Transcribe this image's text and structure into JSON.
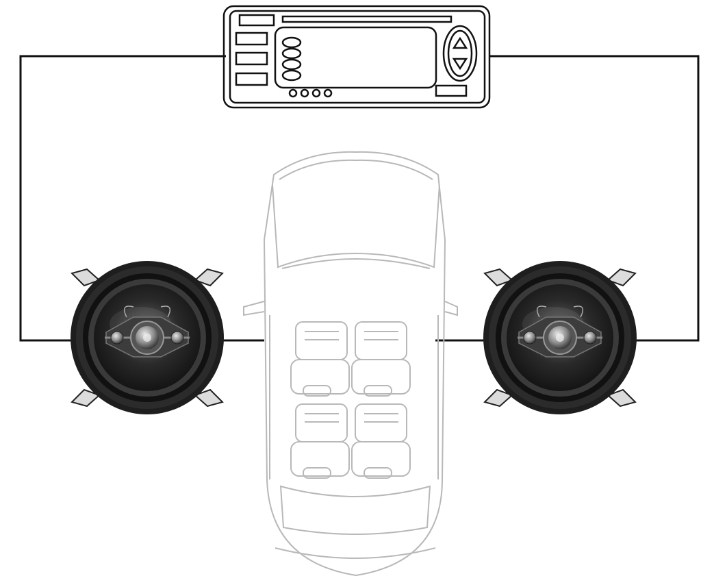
{
  "diagram": {
    "components": [
      {
        "id": "head_unit",
        "kind": "car stereo head unit"
      },
      {
        "id": "speaker_left",
        "kind": "coaxial speaker"
      },
      {
        "id": "speaker_right",
        "kind": "coaxial speaker"
      },
      {
        "id": "vehicle",
        "kind": "car top view"
      }
    ],
    "connections": [
      {
        "from": "head_unit",
        "to": "speaker_left"
      },
      {
        "from": "head_unit",
        "to": "speaker_right"
      }
    ],
    "colors": {
      "line": "#111111",
      "car_outline": "#b8b8b8",
      "speaker_surround": "#222222",
      "speaker_cone": "#2e2e2e",
      "tweeter": "#9a9a9a"
    }
  }
}
